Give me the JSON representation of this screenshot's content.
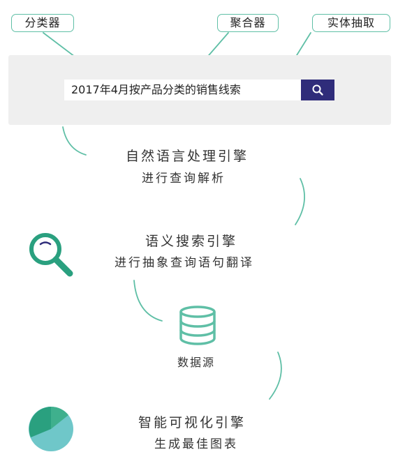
{
  "tags": {
    "classifier": "分类器",
    "aggregator": "聚合器",
    "entity_extraction": "实体抽取"
  },
  "search": {
    "query": "2017年4月按产品分类的销售线索",
    "button_icon": "search-icon"
  },
  "steps": {
    "nlp": {
      "title": "自然语言处理引擎",
      "desc": "进行查询解析"
    },
    "semantic": {
      "title": "语义搜索引擎",
      "desc": "进行抽象查询语句翻译"
    },
    "datasource": {
      "label": "数据源",
      "icon": "database-icon"
    },
    "visual": {
      "title": "智能可视化引擎",
      "desc": "生成最佳图表"
    }
  },
  "colors": {
    "accent": "#5fbfa6",
    "accent_dark": "#2aa07f",
    "search_button": "#2f2c7a",
    "panel": "#efefef",
    "pie_light": "#6fc7c9",
    "pie_dark": "#2aa07f"
  }
}
